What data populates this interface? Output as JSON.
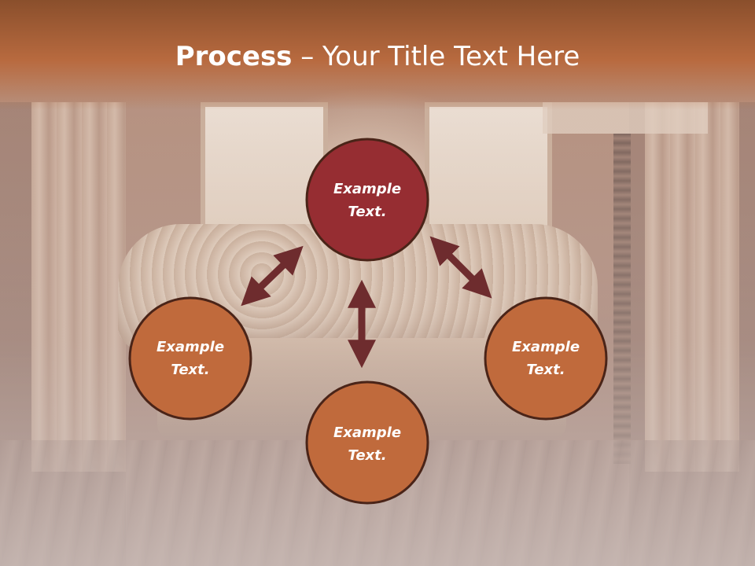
{
  "title": {
    "bold": "Process",
    "rest": " – Your Title Text Here"
  },
  "colors": {
    "top_node_fill": "#962d32",
    "node_fill": "#c06a3c",
    "node_stroke": "#4a2418",
    "arrow": "#6e2c2e",
    "title_bar": "#b86a3f"
  },
  "diagram": {
    "nodes": [
      {
        "id": "top",
        "line1": "Example",
        "line2": "Text."
      },
      {
        "id": "left",
        "line1": "Example",
        "line2": "Text."
      },
      {
        "id": "right",
        "line1": "Example",
        "line2": "Text."
      },
      {
        "id": "bottom",
        "line1": "Example",
        "line2": "Text."
      }
    ]
  }
}
